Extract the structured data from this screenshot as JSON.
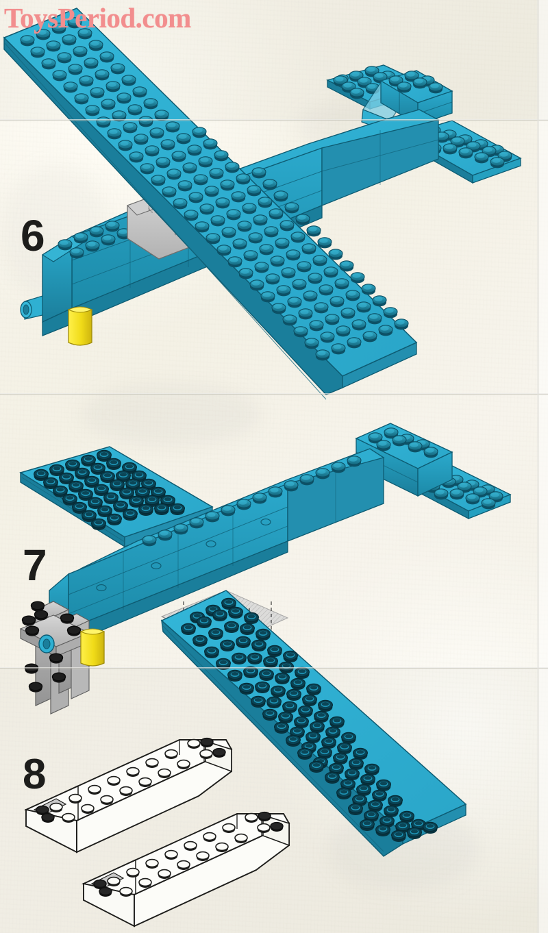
{
  "document": {
    "type": "lego-building-instructions",
    "watermark": "ToysPeriod.com",
    "page_background": "#f5f2e8"
  },
  "watermark": {
    "text": "ToysPeriod.com",
    "color": "#f28e8e"
  },
  "palette": {
    "lego_cyan": "#29ADD0",
    "lego_cyan_light": "#4FC4E0",
    "lego_cyan_dark": "#1A8CAB",
    "lego_cyan_deep": "#13728C",
    "stud_top": "#1E93B4",
    "outline": "#0E5C73",
    "grey_light": "#C9C9C9",
    "grey_mid": "#A8A8A8",
    "grey_dark": "#8A8A8A",
    "yellow": "#F2DD1E",
    "yellow_dark": "#D9C313",
    "white_brick": "#FDFDFA",
    "black": "#1d1d1b",
    "paper": "#f5f2e8"
  },
  "steps": [
    {
      "number": "6",
      "label": "6",
      "description": "Airplane assembly with main wing plate, fuselage, tail plates and grey windscreen slope",
      "parts": [
        {
          "name": "main-wing-plate",
          "color": "#29ADD0",
          "studs_long": 14,
          "studs_wide": 6
        },
        {
          "name": "fuselage-body",
          "color": "#29ADD0"
        },
        {
          "name": "tail-plate-left",
          "color": "#29ADD0",
          "studs_long": 6,
          "studs_wide": 4
        },
        {
          "name": "tail-plate-right",
          "color": "#29ADD0",
          "studs_long": 6,
          "studs_wide": 4
        },
        {
          "name": "windscreen-slope",
          "color": "#C9C9C9"
        },
        {
          "name": "nose-cone-pin",
          "color": "#29ADD0"
        },
        {
          "name": "yellow-cylinder",
          "color": "#F2DD1E"
        }
      ]
    },
    {
      "number": "7",
      "label": "7",
      "description": "Airplane rotated showing underside wing plate, propeller assembly of grey bricks with black studs",
      "parts": [
        {
          "name": "upper-wing-plate",
          "color": "#29ADD0",
          "studs_long": 8,
          "studs_wide": 6
        },
        {
          "name": "lower-wing-plate",
          "color": "#29ADD0",
          "studs_long": 14,
          "studs_wide": 6
        },
        {
          "name": "fuselage-body",
          "color": "#29ADD0"
        },
        {
          "name": "propeller-assembly",
          "color": "#A8A8A8"
        },
        {
          "name": "yellow-cylinder",
          "color": "#F2DD1E"
        },
        {
          "name": "tail-plate",
          "color": "#29ADD0"
        }
      ]
    },
    {
      "number": "8",
      "label": "8",
      "description": "Two white LEGO bricks with black studs and grey accent at left end",
      "parts": [
        {
          "name": "white-brick-upper",
          "color": "#FDFDFA",
          "studs_long": 10,
          "studs_wide": 2
        },
        {
          "name": "white-brick-lower",
          "color": "#FDFDFA",
          "studs_long": 10,
          "studs_wide": 2
        }
      ]
    }
  ],
  "folds": {
    "horizontal": [
      175,
      575,
      975
    ],
    "vertical": [
      785
    ]
  }
}
